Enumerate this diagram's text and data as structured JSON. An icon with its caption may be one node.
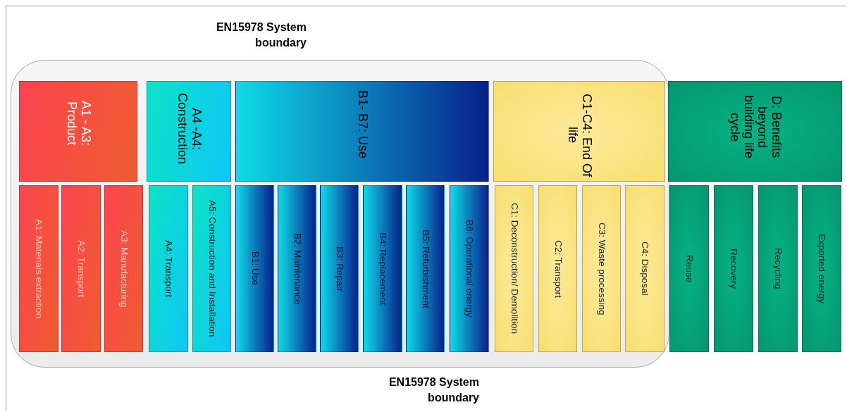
{
  "diagram": {
    "nodes": [
      {
        "text": [],
        "shape": "box"
      },
      {
        "text": [
          "A1 - A3: Product"
        ],
        "in": 0
      },
      {
        "text": [
          "A1: Materials extraction"
        ],
        "in": 0
      },
      {
        "text": [
          "A2: Transport"
        ],
        "in": 0
      },
      {
        "text": [
          "A3: Manufacturing"
        ],
        "in": 0
      },
      {
        "text": [
          "A4 -A4: Construction"
        ],
        "in": 0
      },
      {
        "text": [
          "A4: Transport"
        ],
        "in": 0
      },
      {
        "text": [
          "A5: Construction and Installation"
        ],
        "in": 0
      },
      {
        "text": [
          "B1- B7: Use"
        ],
        "in": 0
      },
      {
        "text": [
          "B1: Use"
        ],
        "in": 0
      },
      {
        "text": [
          "B2: Maintenance"
        ],
        "in": 0
      },
      {
        "text": [
          "B3: Repair"
        ],
        "in": 0
      },
      {
        "text": [
          "B4: Replacement"
        ],
        "in": 0
      },
      {
        "text": [
          "B5: Refurbishment"
        ],
        "in": 0
      },
      {
        "text": [
          "B6: Operational energy"
        ],
        "in": 0
      },
      {
        "text": [
          "C1-C4: End Of life"
        ],
        "in": 0
      },
      {
        "text": [
          "C1: Deconstruction/ Demolition"
        ],
        "in": 0
      },
      {
        "text": [
          "C2: Transport"
        ],
        "in": 0
      },
      {
        "text": [
          "C3: Waste processing"
        ],
        "in": 0
      },
      {
        "text": [
          "C4: Disposal"
        ],
        "in": 0
      },
      {
        "text": [
          "D: Benefits beyond building life cycle"
        ]
      },
      {
        "text": [
          "Reuse"
        ]
      },
      {
        "text": [
          "Recovery"
        ]
      },
      {
        "text": [
          "Recycling"
        ]
      },
      {
        "text": [
          "Exported energy"
        ]
      }
    ],
    "edges": [],
    "labels": [
      "EN15978 System boundary",
      "EN15978 System boundary"
    ]
  }
}
